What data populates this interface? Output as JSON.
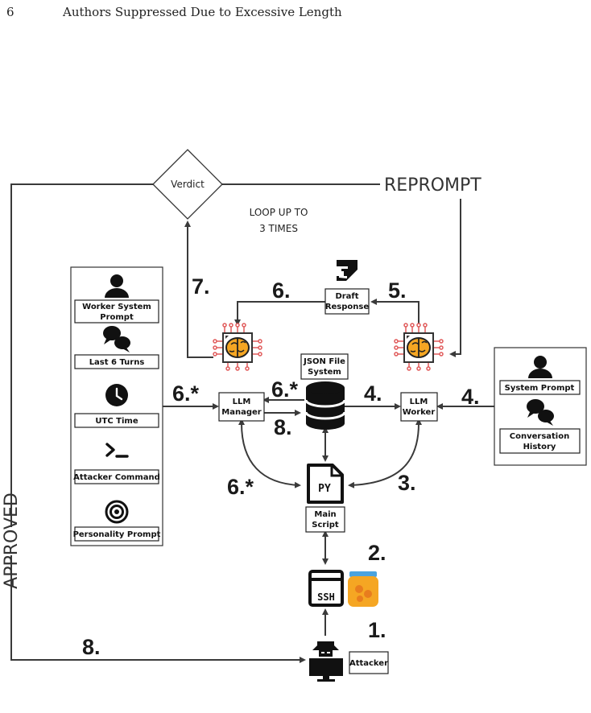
{
  "header": {
    "page_number": "6",
    "running_head": "Authors Suppressed Due to Excessive Length"
  },
  "nodes": {
    "verdict": "Verdict",
    "loop_note_line1": "LOOP UP TO",
    "loop_note_line2": "3 TIMES",
    "reprompt": "REPROMPT",
    "approved": "APPROVED",
    "draft_response_line1": "Draft",
    "draft_response_line2": "Response",
    "json_fs_line1": "JSON File",
    "json_fs_line2": "System",
    "llm_manager_line1": "LLM",
    "llm_manager_line2": "Manager",
    "llm_worker_line1": "LLM",
    "llm_worker_line2": "Worker",
    "main_script_line1": "Main",
    "main_script_line2": "Script",
    "attacker": "Attacker"
  },
  "manager_inputs": {
    "worker_prompt_line1": "Worker System",
    "worker_prompt_line2": "Prompt",
    "last_turns": "Last 6 Turns",
    "utc_time": "UTC Time",
    "attacker_command": "Attacker Command",
    "personality_prompt": "Personality Prompt"
  },
  "worker_inputs": {
    "system_prompt": "System Prompt",
    "conversation_line1": "Conversation",
    "conversation_line2": "History"
  },
  "steps": {
    "s1": "1.",
    "s2": "2.",
    "s3": "3.",
    "s4a": "4.",
    "s4b": "4.",
    "s5": "5.",
    "s6": "6.",
    "s6a": "6.*",
    "s6b": "6.*",
    "s6c": "6.*",
    "s7": "7.",
    "s8a": "8.",
    "s8b": "8."
  },
  "icons": {
    "brain_chip_color": "#f5a623",
    "chip_pin_color": "#e05a5a",
    "jar_color": "#f5a623",
    "jar_lid_color": "#4aa3df"
  }
}
